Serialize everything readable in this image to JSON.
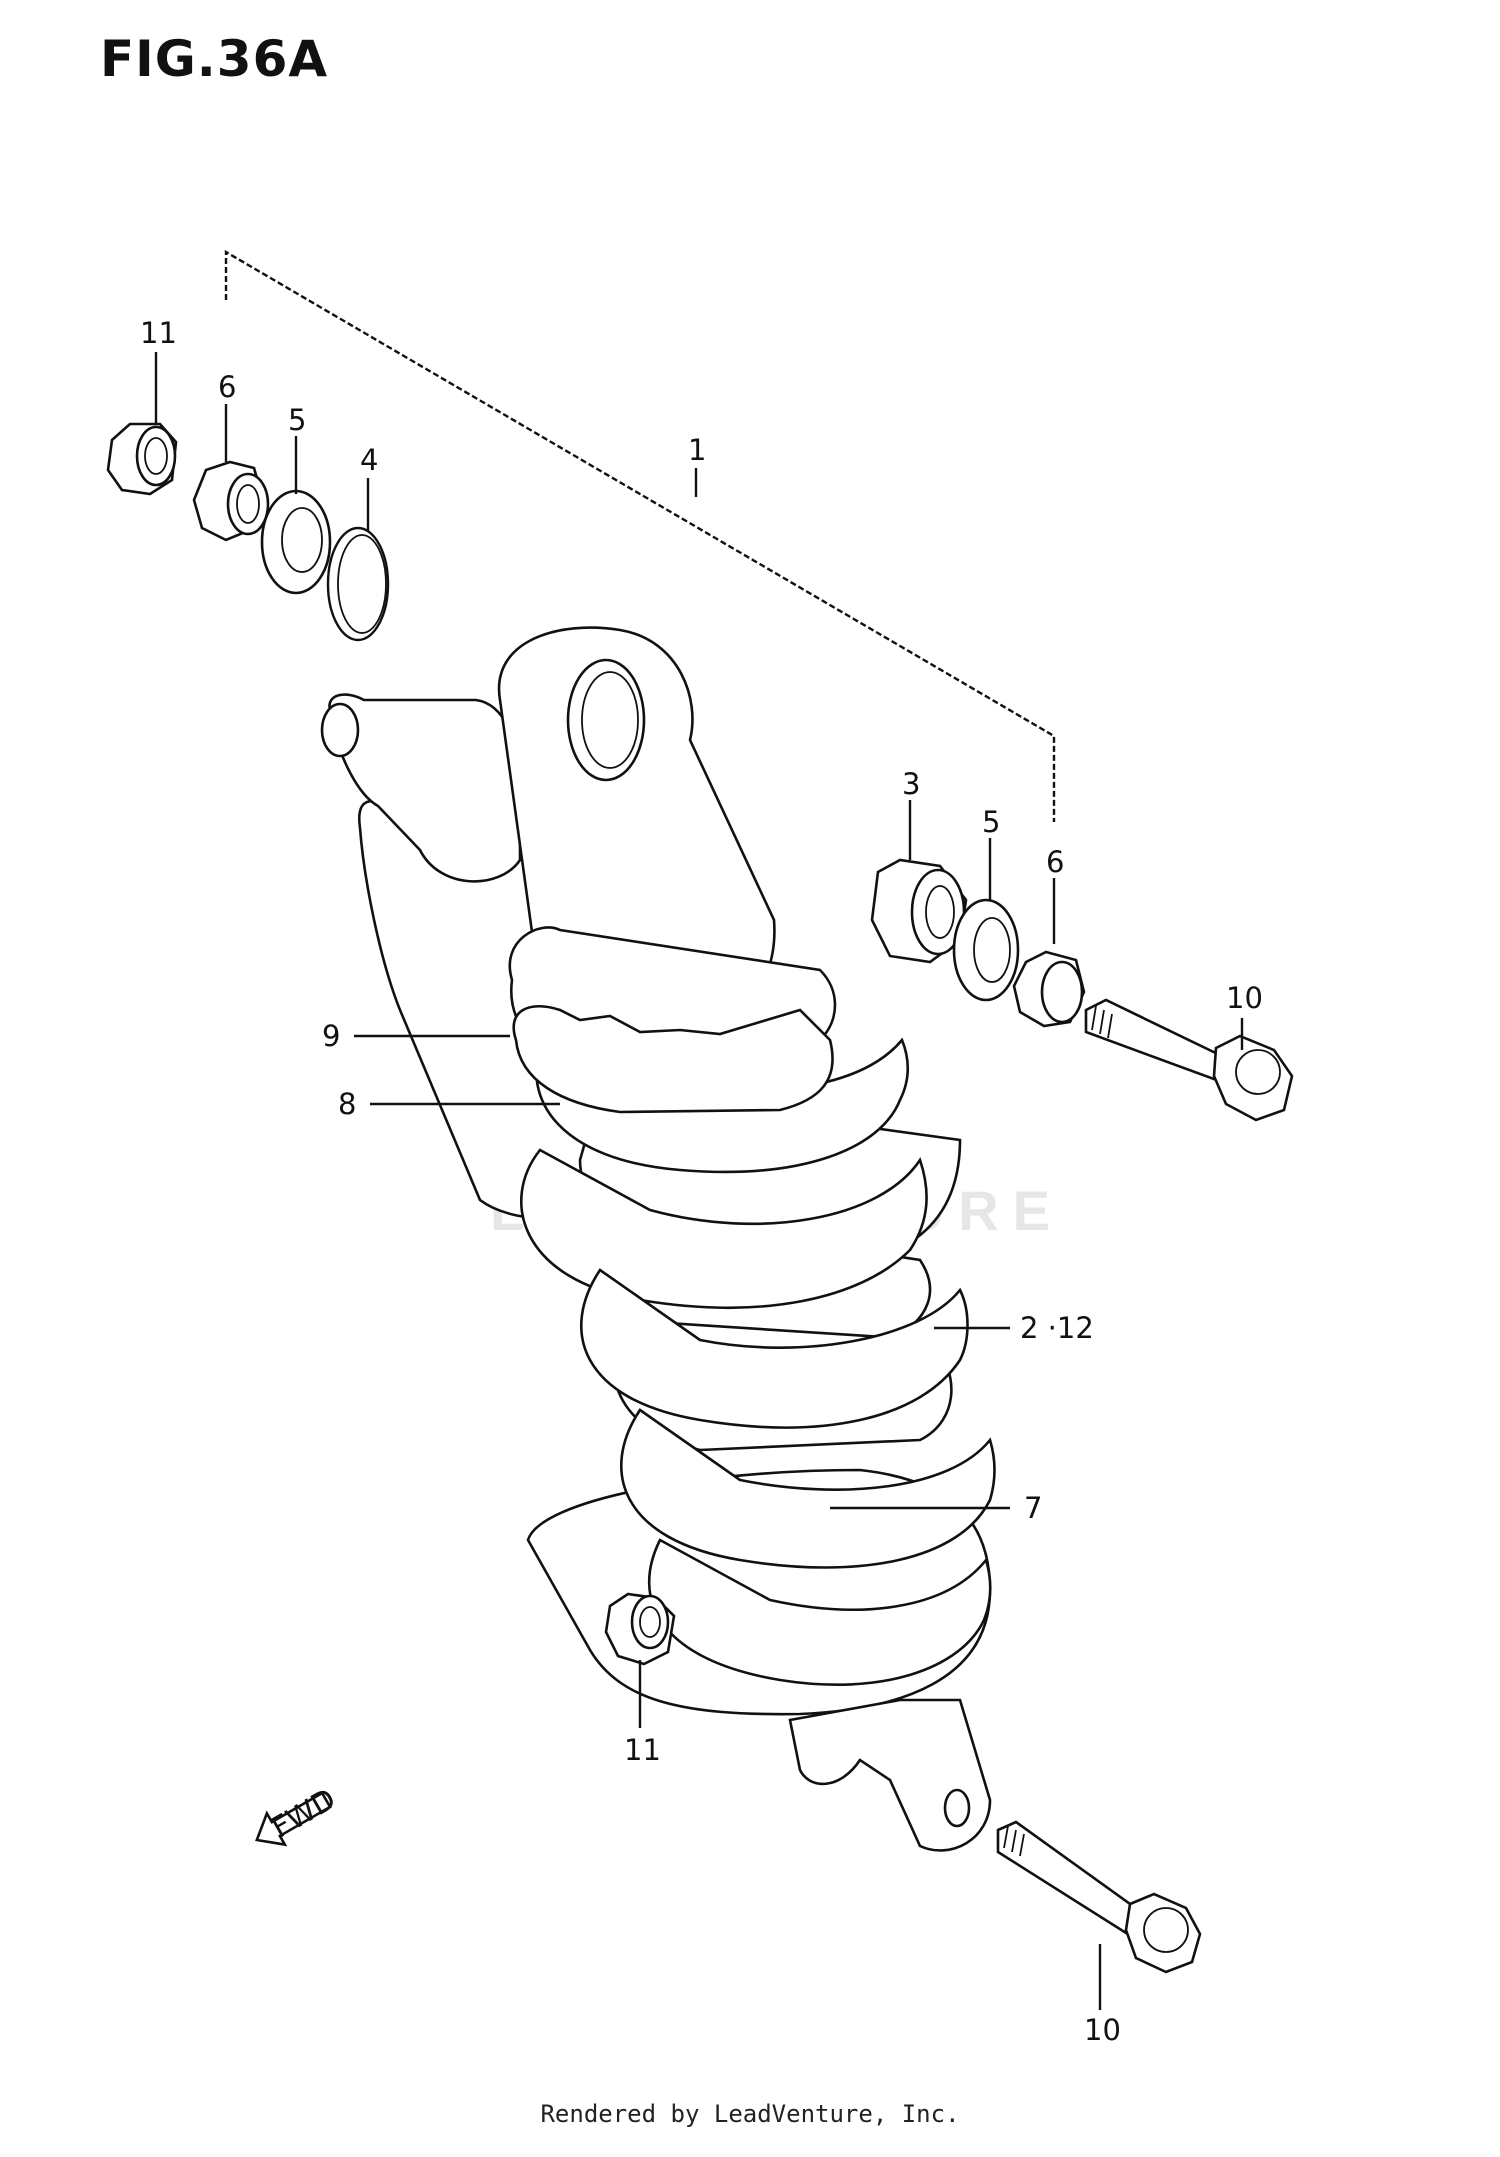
{
  "figure": {
    "title": "FIG.36A",
    "watermark": "LEADVENTURE",
    "footer": "Rendered by LeadVenture, Inc.",
    "fwd_label": "FWD"
  },
  "callouts": {
    "c11_top": "11",
    "c6_top": "6",
    "c5_top": "5",
    "c4": "4",
    "c1": "1",
    "c3": "3",
    "c5_right": "5",
    "c6_right": "6",
    "c10_top": "10",
    "c9": "9",
    "c8": "8",
    "c2_12": "2 ·12",
    "c7": "7",
    "c11_bottom": "11",
    "c10_bottom": "10"
  }
}
